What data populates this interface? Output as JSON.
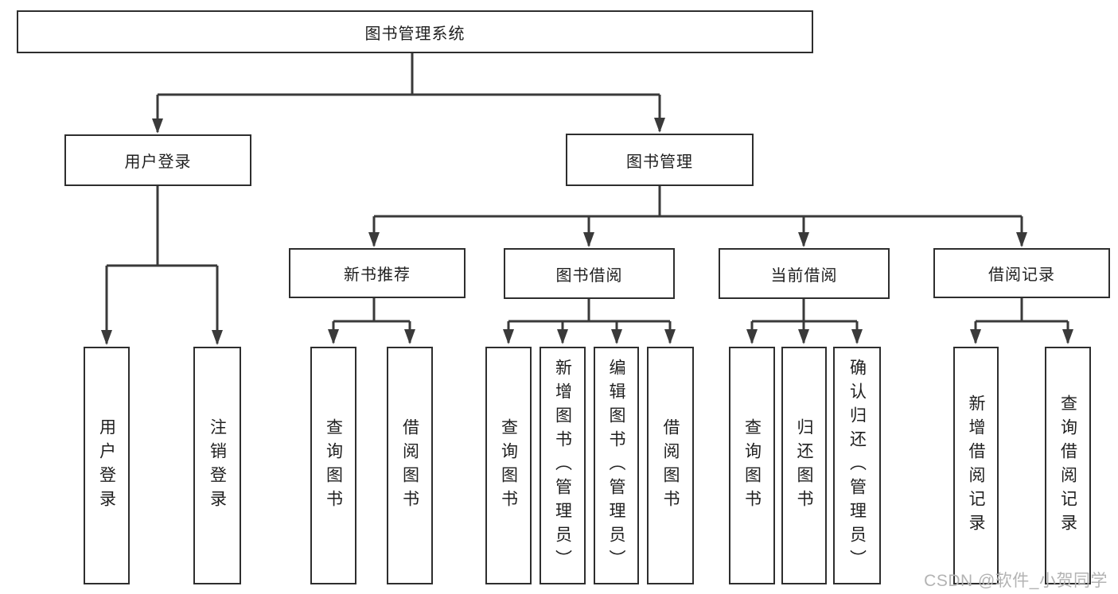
{
  "diagram": {
    "title": "图书管理系统",
    "watermark": "CSDN @软件_小贺同学",
    "colors": {
      "background": "#ffffff",
      "box_border": "#2e2e2e",
      "line": "#3a3a3a",
      "text": "#1f1f1f",
      "watermark": "#b3b3b3"
    },
    "nodes": {
      "root": {
        "label": "图书管理系统"
      },
      "user_login": {
        "label": "用户登录"
      },
      "book_mgmt": {
        "label": "图书管理"
      },
      "new_book_rec": {
        "label": "新书推荐"
      },
      "book_borrow": {
        "label": "图书借阅"
      },
      "current_borrow": {
        "label": "当前借阅"
      },
      "borrow_record": {
        "label": "借阅记录"
      },
      "a1": {
        "label": "用户登录"
      },
      "a2": {
        "label": "注销登录"
      },
      "b1": {
        "label": "查询图书"
      },
      "b2": {
        "label": "借阅图书"
      },
      "c1": {
        "label": "查询图书"
      },
      "c2": {
        "label": "新增图书（管理员）"
      },
      "c3": {
        "label": "编辑图书（管理员）"
      },
      "c4": {
        "label": "借阅图书"
      },
      "d1": {
        "label": "查询图书"
      },
      "d2": {
        "label": "归还图书"
      },
      "d3": {
        "label": "确认归还（管理员）"
      },
      "e1": {
        "label": "新增借阅记录"
      },
      "e2": {
        "label": "查询借阅记录"
      }
    }
  }
}
